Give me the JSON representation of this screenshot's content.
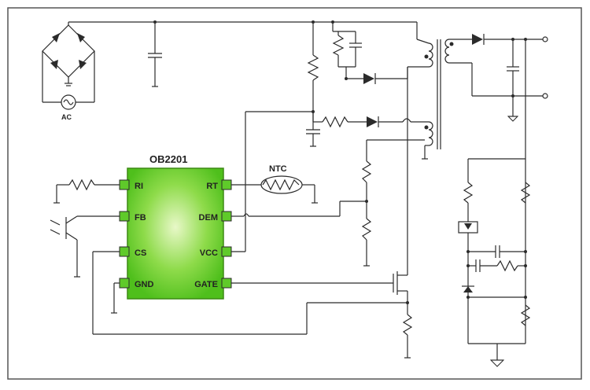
{
  "chip": {
    "name": "OB2201",
    "body_color": "#5fca2a",
    "pins_left": [
      "RI",
      "FB",
      "CS",
      "GND"
    ],
    "pins_right": [
      "RT",
      "DEM",
      "VCC",
      "GATE"
    ]
  },
  "labels": {
    "ac": "AC",
    "ntc": "NTC"
  },
  "colors": {
    "wire": "#2b2b2b",
    "pin": "#5fca2a",
    "border": "#555555"
  }
}
